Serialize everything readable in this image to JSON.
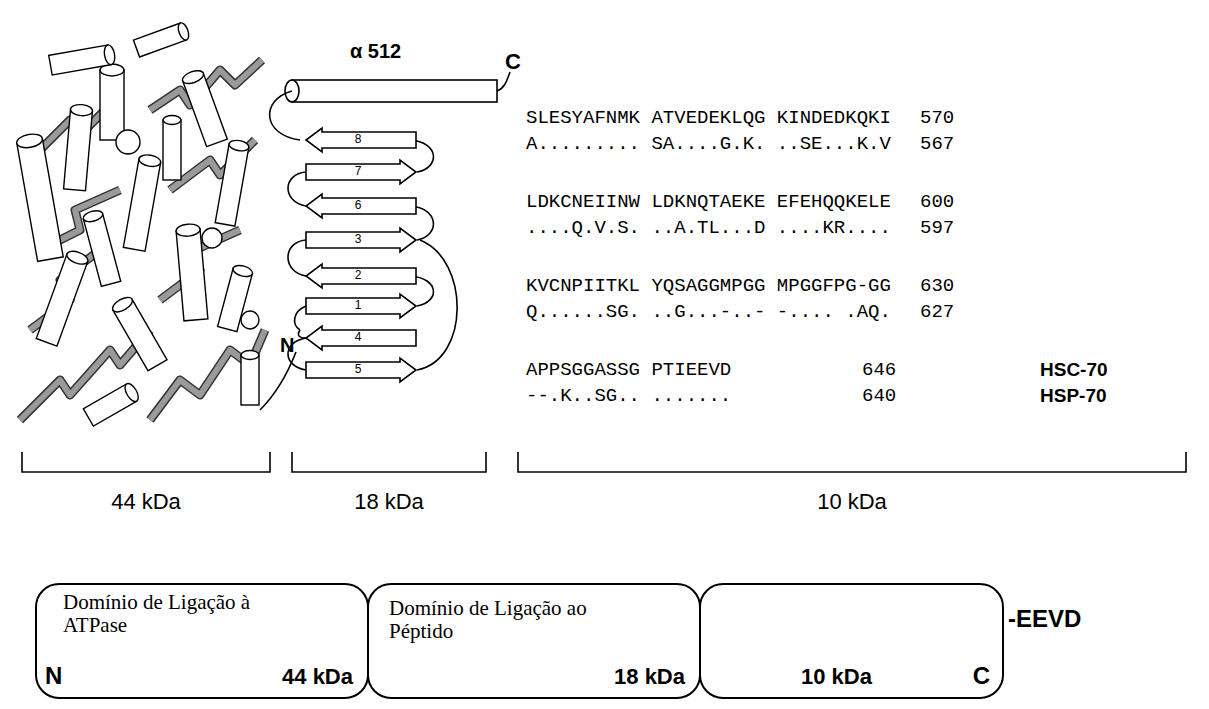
{
  "diagram": {
    "nodes": [
      {
        "text": [
          "Domínio de Ligação à ATPase",
          "N",
          "44 kDa"
        ]
      },
      {
        "text": [
          "Domínio de Ligação ao Péptido",
          "18 kDa"
        ]
      },
      {
        "text": [
          "10 kDa",
          "C"
        ]
      }
    ],
    "labels": [
      "α 512",
      "C",
      "8",
      "7",
      "6",
      "3",
      "2",
      "1",
      "4",
      "5",
      "N",
      "SLESYAFNMK ATVEDEKLQG KINDEDKQKI",
      "570",
      "A......... SA....G.K. ..SE...K.V",
      "567",
      "LDKCNEIINW LDKNQTAEKE EFEHQQKELE",
      "600",
      "....Q.V.S. ..A.TL...D ....KR....",
      "597",
      "KVCNPIITKL YQSAGGMPGG MPGGFPG-GG",
      "630",
      "Q......SG. ..G...-..- -.... .AQ.",
      "627",
      "APPSGGASSG PTIEEVD",
      "646",
      "HSC-70",
      "--.K..SG.. .......",
      "640",
      "HSP-70",
      "44 kDa",
      "18 kDa",
      "10 kDa",
      "-EEVD"
    ]
  }
}
